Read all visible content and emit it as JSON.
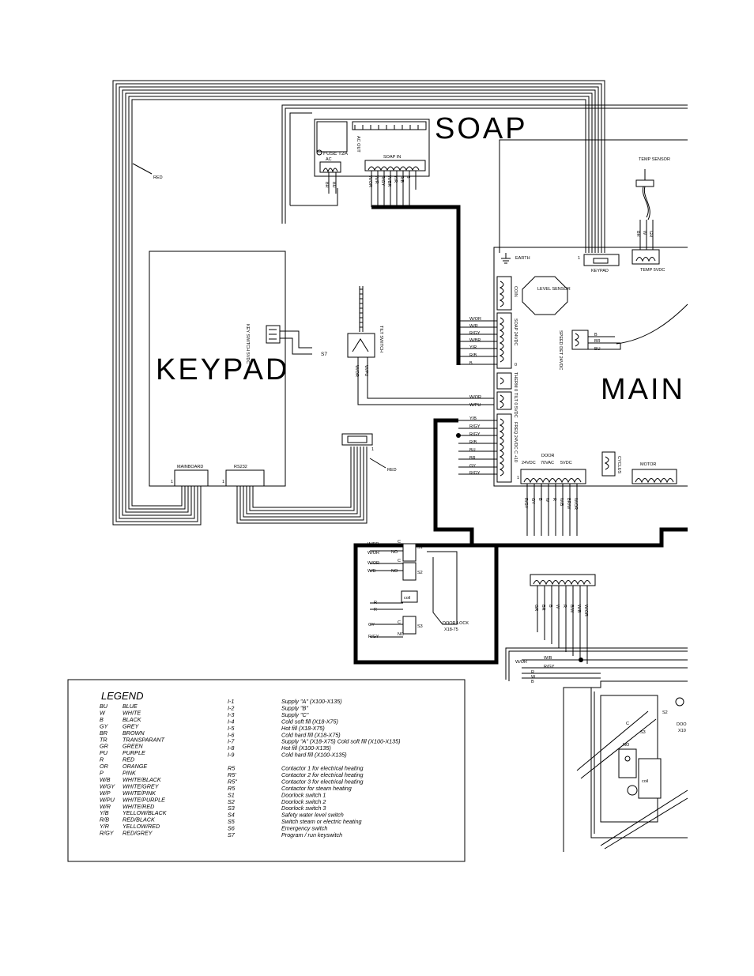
{
  "labels": {
    "soap": "SOAP",
    "keypad": "KEYPAD",
    "main": "MAIN",
    "legend_title": "LEGEND",
    "fuse": "FUSE T2A",
    "ac": "AC",
    "soap_in": "SOAP IN",
    "ac_out": "AC OUT",
    "red1": "RED",
    "red2": "RED",
    "key_switch": "KEY SWITCH 5VDC",
    "s7": "S7",
    "tilt_switch": "TILT SWITCH",
    "mainboard": "MAINBOARD",
    "rs232": "RS232",
    "earth": "EARTH",
    "keypad_conn": "KEYPAD",
    "temp_sensor": "TEMP SENSOR",
    "temp_5vdc": "TEMP 5VDC",
    "level_sensor": "LEVEL SENSOR",
    "coin": "COIN",
    "soap_24vdc": "SOAP 24VDC",
    "speed_det": "SPEED DET 24VDC",
    "therm": "THERM 0",
    "tilt_5vdc": "TILT 0 5VDC",
    "freq": "FREQ 24VDC C +10",
    "door": "DOOR",
    "door_24vdc": "24VDC",
    "door_70vac": "70VAC",
    "door_5vdc": "5VDC",
    "cyclus": "CYCLUS",
    "motor": "MOTOR",
    "door_lock": "DOOR LOCK",
    "door_lock_models": "X18-75",
    "s1": "S1",
    "s2": "S2",
    "s3": "S3",
    "coil": "coil",
    "s2b": "S2",
    "s3b": "S3",
    "no_b": "NO",
    "c_b": "C",
    "coil_b": "coil",
    "doo": "DOO",
    "x10": "X10"
  },
  "wires": {
    "soap_in": [
      "W/OR",
      "W/R",
      "R/GY",
      "W/BR",
      "Y/R",
      "R/B",
      "B"
    ],
    "ac": [
      "BR",
      "BU"
    ],
    "temp": [
      "BR",
      "W",
      "GR"
    ],
    "tilt": [
      "W/OR",
      "W/PU"
    ],
    "soap_main": [
      "W/OR",
      "W/R",
      "R/GY",
      "W/BR",
      "Y/R",
      "R/B",
      "B"
    ],
    "speed_det": [
      "B",
      "BR",
      "BU"
    ],
    "tilt_main": [
      "W/OR",
      "W/PU"
    ],
    "freq": [
      "Y/B",
      "R/GY",
      "R/GY",
      "R/B",
      "BU",
      "BR",
      "GY",
      "R/GY"
    ],
    "door_bottom": [
      "R/GY",
      "GY",
      "B",
      "W",
      "R",
      "W/B",
      "BR/W",
      "W/OR"
    ],
    "door_lock_left": [
      "W/BR",
      "W/OR",
      "W/OR",
      "W/B",
      "R",
      "R",
      "GY",
      "R/GY"
    ],
    "lower_conn": [
      "GR",
      "BR",
      "B",
      "W",
      "R",
      "B/W",
      "W/B",
      "W/OR"
    ],
    "lower_left": [
      "W/OR",
      "W/B",
      "R/GY",
      "R",
      "W",
      "B"
    ],
    "dl_contacts": [
      "C",
      "NO",
      "C",
      "NO",
      "C",
      "NC"
    ]
  },
  "legend_colors": [
    {
      "code": "BU",
      "name": "BLUE"
    },
    {
      "code": "W",
      "name": "WHITE"
    },
    {
      "code": "B",
      "name": "BLACK"
    },
    {
      "code": "GY",
      "name": "GREY"
    },
    {
      "code": "BR",
      "name": "BROWN"
    },
    {
      "code": "TR",
      "name": "TRANSPARANT"
    },
    {
      "code": "GR",
      "name": "GREEN"
    },
    {
      "code": "PU",
      "name": "PURPLE"
    },
    {
      "code": "R",
      "name": "RED"
    },
    {
      "code": "OR",
      "name": "ORANGE"
    },
    {
      "code": "P",
      "name": "PINK"
    },
    {
      "code": "W/B",
      "name": "WHITE/BLACK"
    },
    {
      "code": "W/GY",
      "name": "WHITE/GREY"
    },
    {
      "code": "W/P",
      "name": "WHITE/PINK"
    },
    {
      "code": "W/PU",
      "name": "WHITE/PURPLE"
    },
    {
      "code": "W/R",
      "name": "WHITE/RED"
    },
    {
      "code": "Y/B",
      "name": "YELLOW/BLACK"
    },
    {
      "code": "R/B",
      "name": "RED/BLACK"
    },
    {
      "code": "Y/R",
      "name": "YELLOW/RED"
    },
    {
      "code": "R/GY",
      "name": "RED/GREY"
    }
  ],
  "legend_items": [
    {
      "code": "I-1",
      "desc": "Supply \"A\" (X100-X135)"
    },
    {
      "code": "I-2",
      "desc": "Supply \"B\""
    },
    {
      "code": "I-3",
      "desc": "Supply \"C\""
    },
    {
      "code": "I-4",
      "desc": "Cold soft fill (X18-X75)"
    },
    {
      "code": "I-5",
      "desc": "Hot fill (X18-X75)"
    },
    {
      "code": "I-6",
      "desc": "Cold hard fill (X18-X75)"
    },
    {
      "code": "I-7",
      "desc": "Supply \"A\" (X18-X75) Cold soft fill (X100-X135)"
    },
    {
      "code": "I-8",
      "desc": "Hot fill (X100-X135)"
    },
    {
      "code": "I-9",
      "desc": "Cold hard fill (X100-X135)"
    },
    {
      "code": "",
      "desc": ""
    },
    {
      "code": "R5",
      "desc": "Contactor 1 for electrical heating"
    },
    {
      "code": "R5'",
      "desc": "Contactor 2 for electrical heating"
    },
    {
      "code": "R5\"",
      "desc": "Contactor 3 for electrical heating"
    },
    {
      "code": "R5",
      "desc": "Contactor for steam heating"
    },
    {
      "code": "S1",
      "desc": "Doorlock switch 1"
    },
    {
      "code": "S2",
      "desc": "Doorlock switch 2"
    },
    {
      "code": "S3",
      "desc": "Doorlock switch 3"
    },
    {
      "code": "S4",
      "desc": "Safety water level switch"
    },
    {
      "code": "S5",
      "desc": "Switch steam or electric heating"
    },
    {
      "code": "S6",
      "desc": "Emergency switch"
    },
    {
      "code": "S7",
      "desc": "Program / run keyswitch"
    }
  ],
  "pin_marks": {
    "one": "1",
    "zero": "0"
  }
}
